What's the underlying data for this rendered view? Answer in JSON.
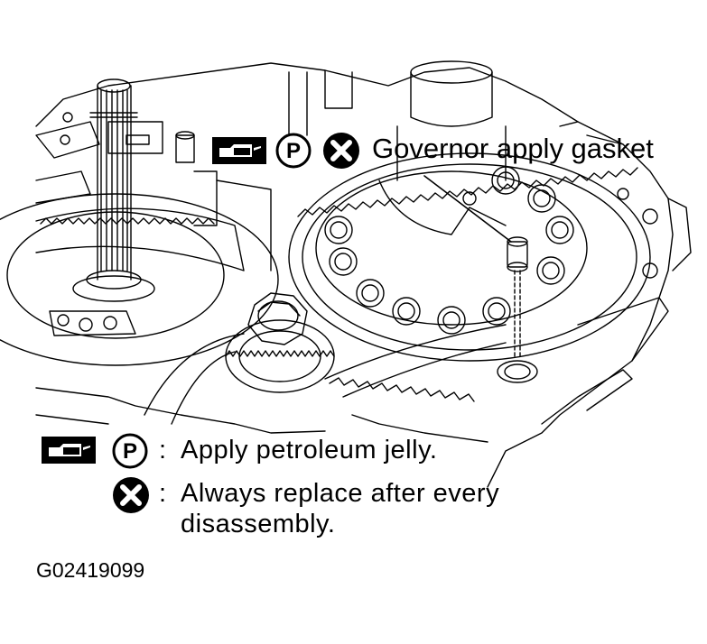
{
  "callout": {
    "label": "Governor apply gasket"
  },
  "legend": {
    "items": [
      {
        "symbols": [
          "oil-can-icon",
          "petroleum-jelly-icon"
        ],
        "separator": ":",
        "text": "Apply petroleum jelly."
      },
      {
        "symbols": [
          "always-replace-icon"
        ],
        "separator": ":",
        "text_line1": "Always replace after every",
        "text_line2": "disassembly."
      }
    ]
  },
  "figure_id": "G02419099",
  "icons": {
    "P": "P"
  }
}
